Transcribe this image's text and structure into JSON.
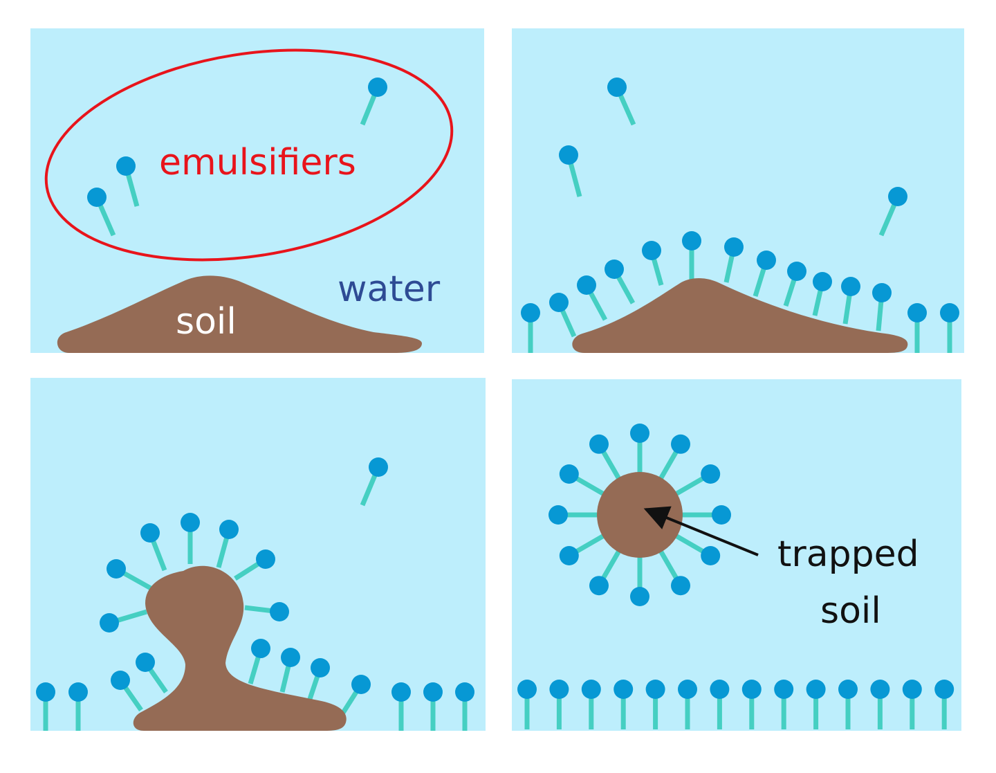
{
  "labels": {
    "emulsifiers": "emulsifiers",
    "water": "water",
    "soil": "soil",
    "trapped_line1": "trapped",
    "trapped_line2": "soil"
  },
  "colors": {
    "water": "#bdeefc",
    "soil": "#956b55",
    "head": "#0798d4",
    "tail": "#45cfc2",
    "highlight": "#e8141b",
    "water_text": "#2e4b94",
    "label_text": "#111111",
    "soil_text": "#ffffff"
  }
}
